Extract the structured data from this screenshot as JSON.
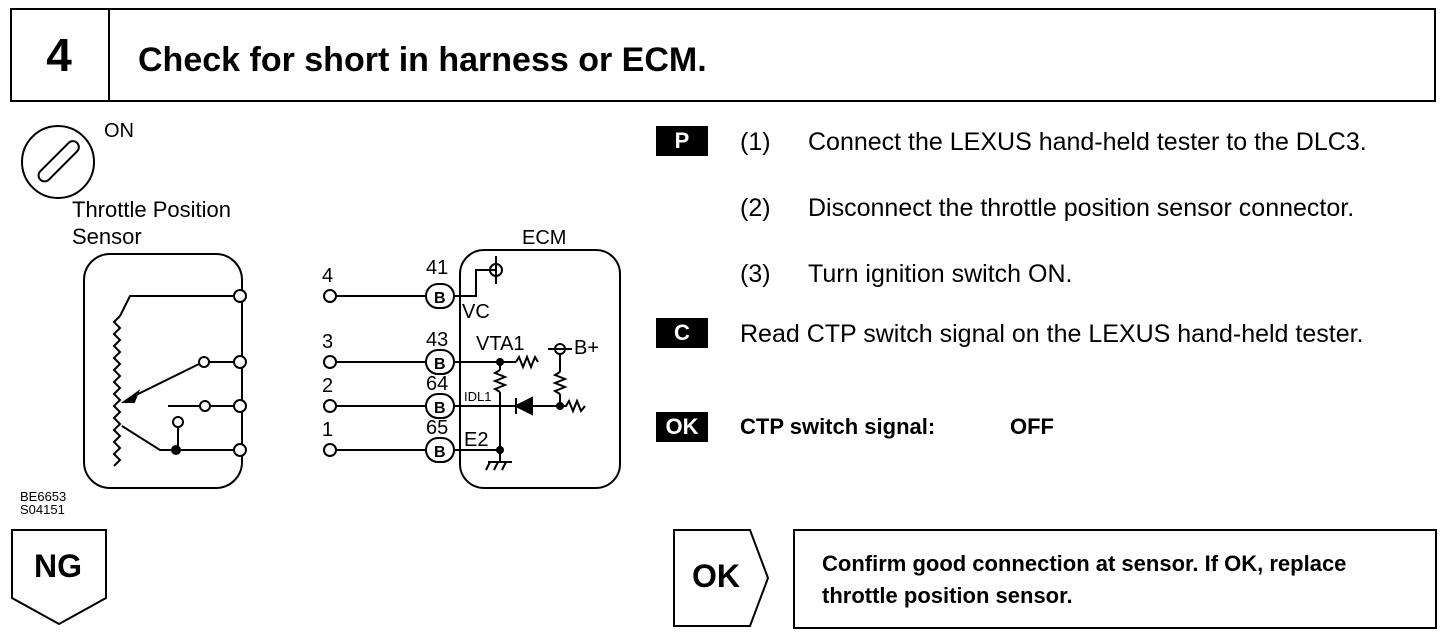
{
  "header": {
    "step_number": "4",
    "title": "Check for short in harness or ECM."
  },
  "diagram": {
    "ignition_label": "ON",
    "sensor_label_line1": "Throttle Position",
    "sensor_label_line2": "Sensor",
    "ecm_label": "ECM",
    "connector_pins": [
      "4",
      "3",
      "2",
      "1"
    ],
    "ecm_pins": [
      "41",
      "43",
      "64",
      "65"
    ],
    "connector_letter": "B",
    "signals": {
      "vc": "VC",
      "vta1": "VTA1",
      "idl1": "IDL1",
      "e2": "E2",
      "bplus": "B+"
    },
    "figure_codes": [
      "BE6653",
      "S04151"
    ]
  },
  "procedure": {
    "p_badge": "P",
    "steps": [
      {
        "num": "(1)",
        "text": "Connect the LEXUS hand-held tester to the DLC3."
      },
      {
        "num": "(2)",
        "text": "Disconnect the throttle position sensor connector."
      },
      {
        "num": "(3)",
        "text": "Turn ignition switch ON."
      }
    ],
    "c_badge": "C",
    "check_text": "Read CTP switch signal on the LEXUS hand-held tester.",
    "ok_badge": "OK",
    "ok_label": "CTP switch signal:",
    "ok_value": "OFF"
  },
  "results": {
    "ng_label": "NG",
    "ok_label": "OK",
    "ok_action": "Confirm good connection at sensor. If OK, replace throttle position sensor."
  }
}
